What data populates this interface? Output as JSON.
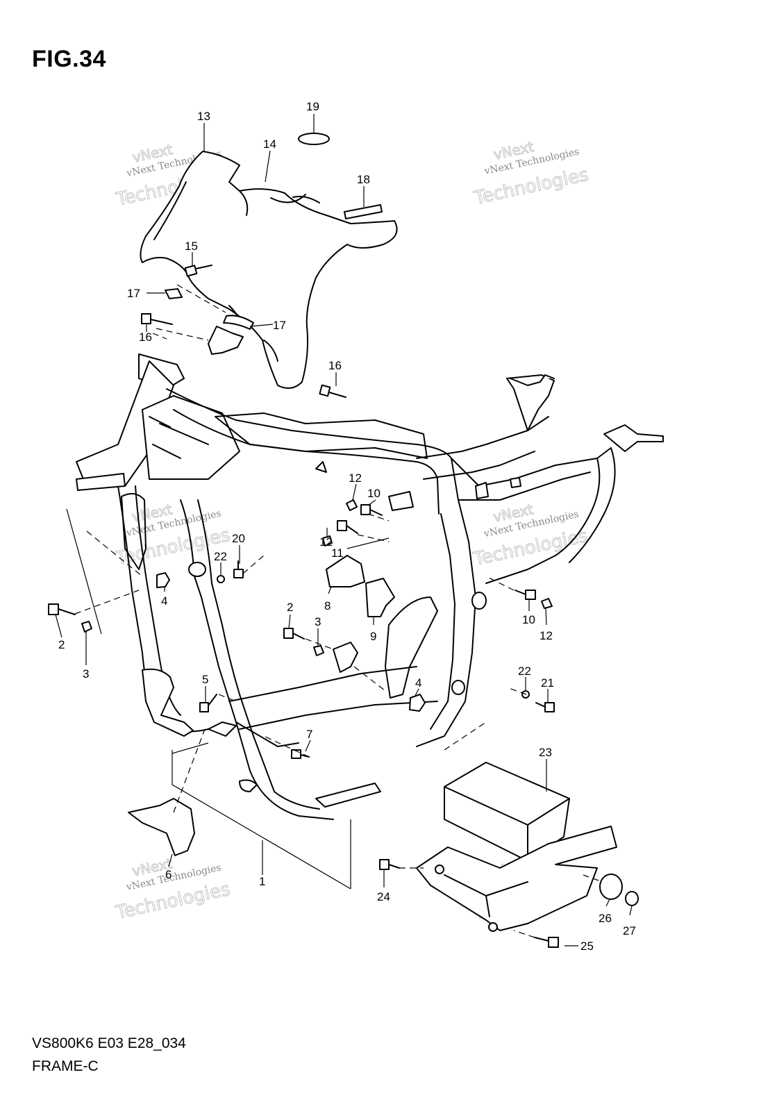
{
  "figure_title": "FIG.34",
  "diagram_code": "VS800K6 E03 E28_034",
  "diagram_name": "FRAME-C",
  "watermark": {
    "line1": "vNext",
    "line2": "vNext Technologies",
    "line3": "Technologies"
  },
  "callouts": {
    "c1": "1",
    "c2a": "2",
    "c2b": "2",
    "c3a": "3",
    "c3b": "3",
    "c4a": "4",
    "c4b": "4",
    "c5": "5",
    "c6": "6",
    "c7": "7",
    "c8": "8",
    "c9": "9",
    "c10a": "10",
    "c10b": "10",
    "c11": "11",
    "c12a": "12",
    "c12b": "12",
    "c12c": "12",
    "c13": "13",
    "c14": "14",
    "c15": "15",
    "c16a": "16",
    "c16b": "16",
    "c17a": "17",
    "c17b": "17",
    "c18": "18",
    "c19": "19",
    "c20": "20",
    "c21": "21",
    "c22a": "22",
    "c22b": "22",
    "c23": "23",
    "c24": "24",
    "c25": "25",
    "c26": "26",
    "c27": "27"
  }
}
